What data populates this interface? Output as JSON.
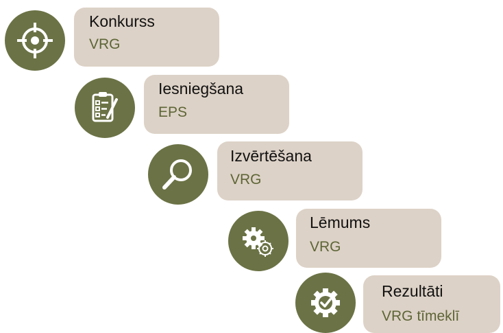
{
  "steps": [
    {
      "title": "Konkurss",
      "subtitle": "VRG",
      "icon": "target-icon"
    },
    {
      "title": "Iesniegšana",
      "subtitle": "EPS",
      "icon": "clipboard-icon"
    },
    {
      "title": "Izvērtēšana",
      "subtitle": "VRG",
      "icon": "magnifier-icon"
    },
    {
      "title": "Lēmums",
      "subtitle": "VRG",
      "icon": "gears-icon"
    },
    {
      "title": "Rezultāti",
      "subtitle": "VRG tīmeklī",
      "icon": "check-badge-icon"
    }
  ],
  "colors": {
    "circle": "#6b7245",
    "card": "#ddd2c7",
    "subtitle": "#5d6536",
    "title": "#111111"
  }
}
